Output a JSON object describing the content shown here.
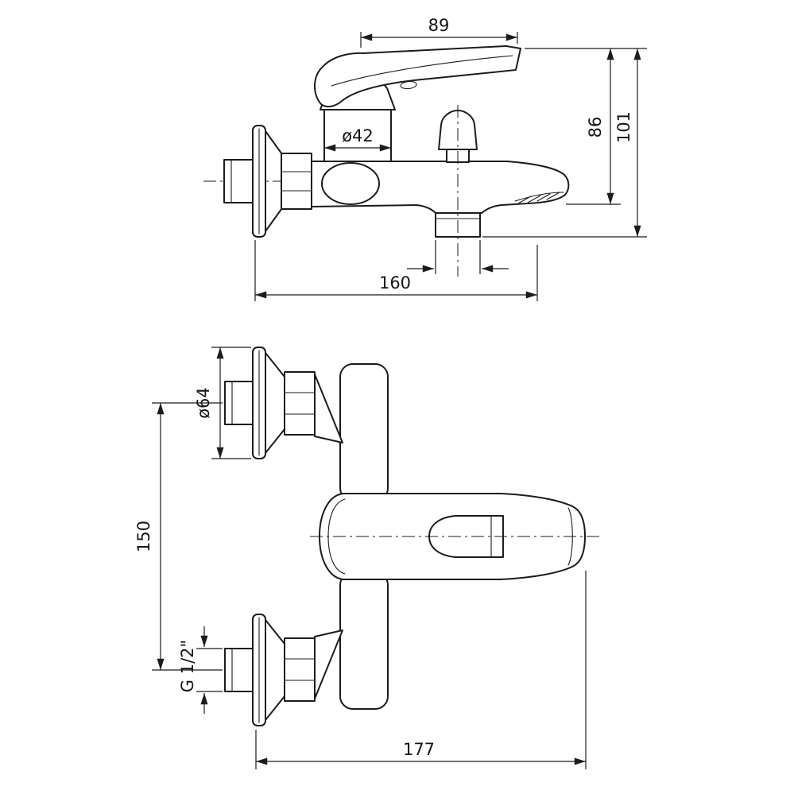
{
  "drawing": {
    "side_view": {
      "dim_handle_length": "89",
      "dim_height_body": "86",
      "dim_height_total": "101",
      "dim_body_diameter": "ø42",
      "dim_depth": "160"
    },
    "front_view": {
      "dim_flange_diameter": "ø64",
      "dim_centers": "150",
      "dim_thread": "G 1/2\"",
      "dim_width": "177"
    }
  }
}
